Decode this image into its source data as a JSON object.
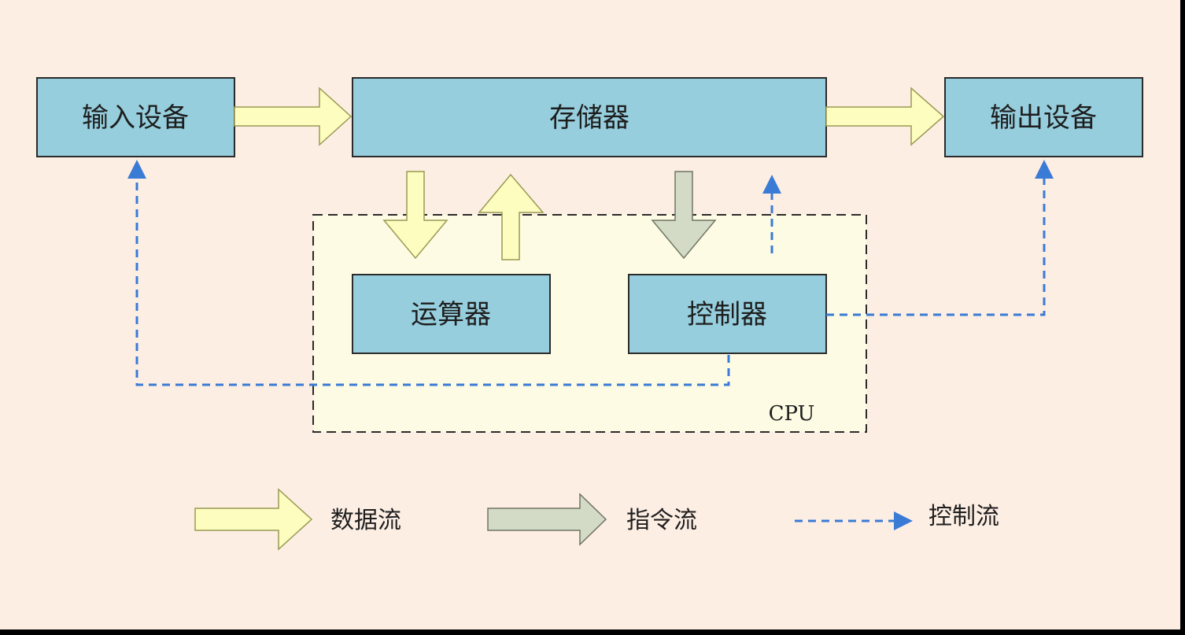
{
  "colors": {
    "background": "#fdeee4",
    "box_fill": "#96cedd",
    "box_stroke": "#2b2b2b",
    "cpu_fill": "#fdfbe4",
    "data_arrow_fill": "#fdfdc0",
    "data_arrow_stroke": "#9a9a52",
    "instr_arrow_fill": "#d3dac6",
    "instr_arrow_stroke": "#6f7663",
    "control_line": "#3a7bd5"
  },
  "nodes": {
    "input": "输入设备",
    "memory": "存储器",
    "output": "输出设备",
    "alu": "运算器",
    "controller": "控制器"
  },
  "cpu_label": "CPU",
  "legend": {
    "data_flow": "数据流",
    "instruction_flow": "指令流",
    "control_flow": "控制流"
  },
  "edges": [
    {
      "from": "input",
      "to": "memory",
      "type": "data"
    },
    {
      "from": "memory",
      "to": "output",
      "type": "data"
    },
    {
      "from": "memory",
      "to": "alu",
      "type": "data"
    },
    {
      "from": "alu",
      "to": "memory",
      "type": "data"
    },
    {
      "from": "memory",
      "to": "controller",
      "type": "instruction"
    },
    {
      "from": "controller",
      "to": "memory",
      "type": "control"
    },
    {
      "from": "controller",
      "to": "input",
      "type": "control"
    },
    {
      "from": "controller",
      "to": "output",
      "type": "control"
    }
  ]
}
